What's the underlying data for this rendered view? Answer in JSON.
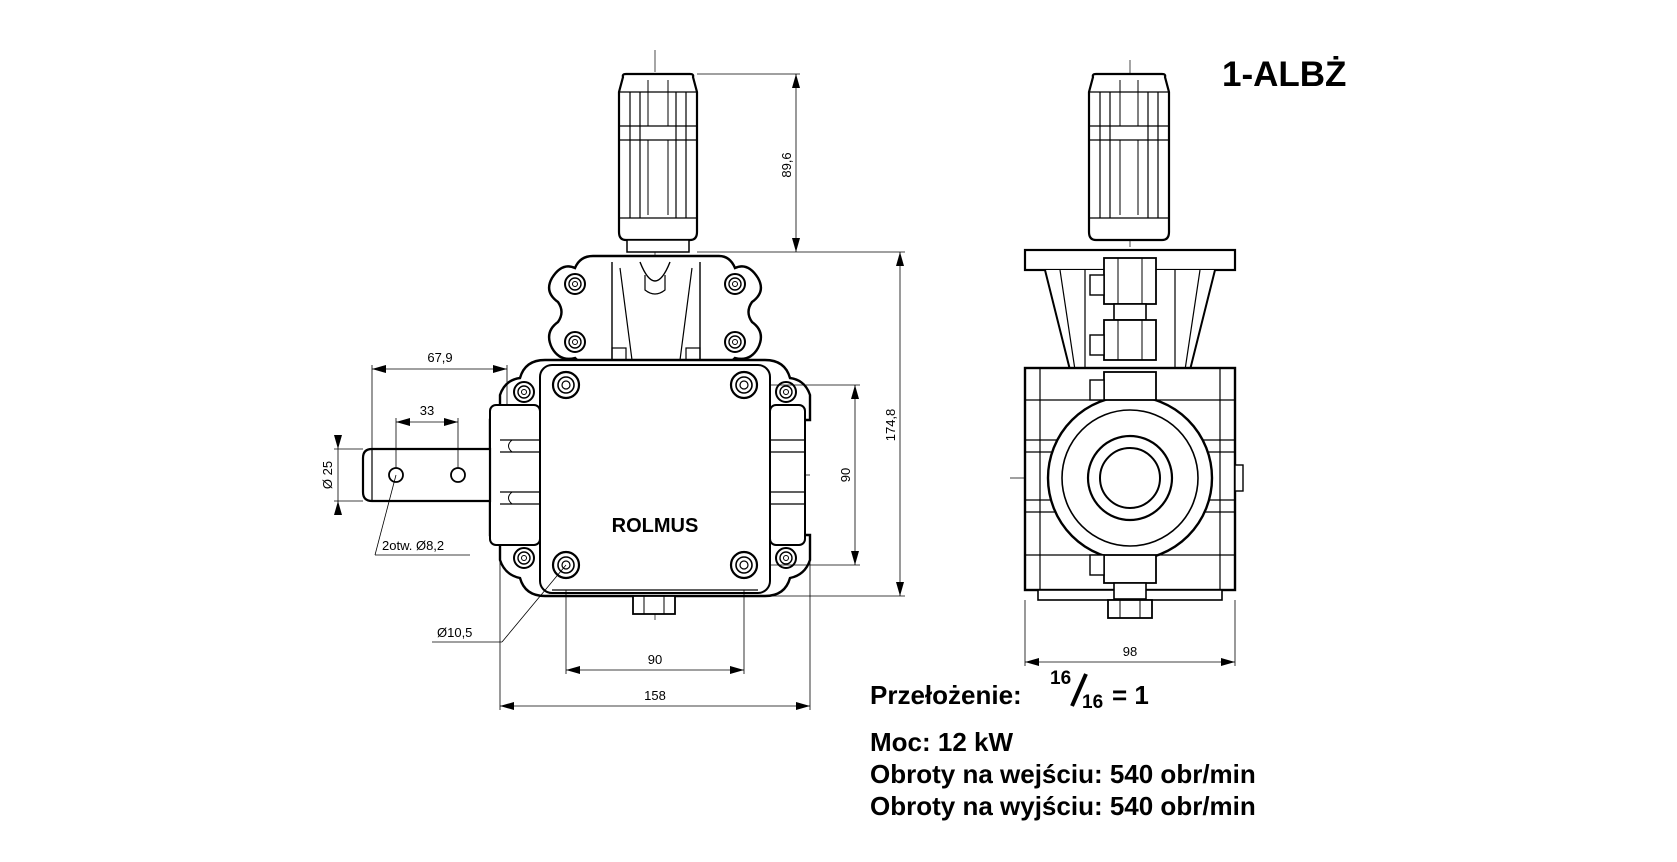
{
  "model": "1-ALBŻ",
  "brand_label": "ROLMUS",
  "dimensions": {
    "input_shaft_length": "89,6",
    "total_height": "174,8",
    "output_shaft_length": "67,9",
    "hole_spacing": "33",
    "shaft_diameter": "Ø 25",
    "holes": "2otw. Ø8,2",
    "mount_hole": "Ø10,5",
    "bolt_spacing_vertical": "90",
    "bolt_spacing_horizontal": "90",
    "overall_width": "158",
    "side_width": "98"
  },
  "specs": {
    "ratio_label": "Przełożenie:",
    "ratio_num": "16",
    "ratio_den": "16",
    "ratio_result": "= 1",
    "power": "Moc: 12 kW",
    "input_speed": "Obroty na wejściu: 540 obr/min",
    "output_speed": "Obroty na wyjściu: 540 obr/min"
  }
}
